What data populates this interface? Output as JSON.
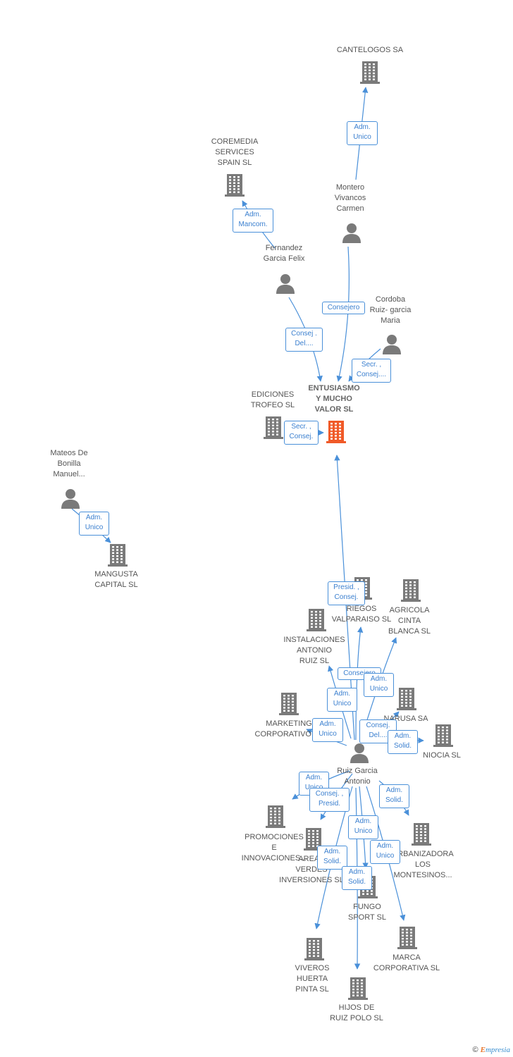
{
  "colors": {
    "edge": "#4a90d9",
    "building": "#7a7a7a",
    "focus_building": "#f05a28",
    "person": "#7a7a7a",
    "label_border": "#4a90d9",
    "label_text": "#3a7fcf"
  },
  "nodes": [
    {
      "id": "cantelogos",
      "type": "company",
      "label": "CANTELOGOS SA"
    },
    {
      "id": "coremedia",
      "type": "company",
      "label": "COREMEDIA\nSERVICES\nSPAIN SL"
    },
    {
      "id": "montero",
      "type": "person",
      "label": "Montero\nVivancos\nCarmen"
    },
    {
      "id": "fernandez",
      "type": "person",
      "label": "Fernandez\nGarcia Felix"
    },
    {
      "id": "cordoba",
      "type": "person",
      "label": "Cordoba\nRuiz- garcia\nMaria"
    },
    {
      "id": "ediciones",
      "type": "company",
      "label": "EDICIONES\nTROFEO SL"
    },
    {
      "id": "entusiasmo",
      "type": "focus",
      "label": "ENTUSIASMO\nY MUCHO\nVALOR SL"
    },
    {
      "id": "mateos",
      "type": "person",
      "label": "Mateos De\nBonilla\nManuel..."
    },
    {
      "id": "mangusta",
      "type": "company",
      "label": "MANGUSTA\nCAPITAL SL"
    },
    {
      "id": "riegos",
      "type": "company",
      "label": "RIEGOS\nVALPARAISO SL"
    },
    {
      "id": "agricola",
      "type": "company",
      "label": "AGRICOLA\nCINTA\nBLANCA SL"
    },
    {
      "id": "instalaciones",
      "type": "company",
      "label": "INSTALACIONES\nANTONIO\nRUIZ SL"
    },
    {
      "id": "narusa",
      "type": "company",
      "label": "NARUSA SA"
    },
    {
      "id": "marketing",
      "type": "company",
      "label": "MARKETING\nCORPORATIVO SL"
    },
    {
      "id": "niocia",
      "type": "company",
      "label": "NIOCIA SL"
    },
    {
      "id": "ruiz",
      "type": "person",
      "label": "Ruiz Garcia\nAntonio"
    },
    {
      "id": "promociones",
      "type": "company",
      "label": "PROMOCIONES\nE\nINNOVACIONES..."
    },
    {
      "id": "areas",
      "type": "company",
      "label": "AREAS\nVERDES\nINVERSIONES SL"
    },
    {
      "id": "urbanizadora",
      "type": "company",
      "label": "URBANIZADORA\nLOS\nMONTESINOS..."
    },
    {
      "id": "fungo",
      "type": "company",
      "label": "FUNGO\nSPORT SL"
    },
    {
      "id": "viveros",
      "type": "company",
      "label": "VIVEROS\nHUERTA\nPINTA SL"
    },
    {
      "id": "marca",
      "type": "company",
      "label": "MARCA\nCORPORATIVA SL"
    },
    {
      "id": "hijos",
      "type": "company",
      "label": "HIJOS DE\nRUIZ POLO SL"
    }
  ],
  "relations": [
    {
      "from": "montero",
      "to": "cantelogos",
      "label": "Adm.\nUnico"
    },
    {
      "from": "fernandez",
      "to": "coremedia",
      "label": "Adm.\nMancom."
    },
    {
      "from": "montero",
      "to": "entusiasmo",
      "label": "Consejero"
    },
    {
      "from": "fernandez",
      "to": "entusiasmo",
      "label": "Consej .\nDel...."
    },
    {
      "from": "cordoba",
      "to": "entusiasmo",
      "label": "Secr. ,\nConsej...."
    },
    {
      "from": "ediciones",
      "to": "entusiasmo",
      "label": "Secr. ,\nConsej."
    },
    {
      "from": "mateos",
      "to": "mangusta",
      "label": "Adm.\nUnico"
    },
    {
      "from": "ruiz",
      "to": "entusiasmo",
      "label": "Presid. ,\nConsej."
    },
    {
      "from": "ruiz",
      "to": "riegos",
      "label": "Consejero"
    },
    {
      "from": "ruiz",
      "to": "agricola",
      "label": "Adm.\nUnico"
    },
    {
      "from": "ruiz",
      "to": "instalaciones",
      "label": "Adm.\nUnico"
    },
    {
      "from": "ruiz",
      "to": "marketing",
      "label": "Adm.\nUnico"
    },
    {
      "from": "ruiz",
      "to": "narusa",
      "label": "Consej.\nDel...."
    },
    {
      "from": "ruiz",
      "to": "niocia",
      "label": "Adm.\nSolid."
    },
    {
      "from": "ruiz",
      "to": "promociones",
      "label": "Adm.\nUnico"
    },
    {
      "from": "ruiz",
      "to": "areas",
      "label": "Consej. ,\nPresid."
    },
    {
      "from": "ruiz",
      "to": "urbanizadora",
      "label": "Adm.\nSolid."
    },
    {
      "from": "ruiz",
      "to": "fungo",
      "label": "Adm.\nUnico"
    },
    {
      "from": "ruiz",
      "to": "marca",
      "label": "Adm.\nUnico"
    },
    {
      "from": "ruiz",
      "to": "viveros",
      "label": "Adm.\nSolid."
    },
    {
      "from": "ruiz",
      "to": "hijos",
      "label": "Adm.\nSolid."
    }
  ],
  "footer": {
    "copyright": "©",
    "brand_initial": "E",
    "brand_rest": "mpresia"
  }
}
